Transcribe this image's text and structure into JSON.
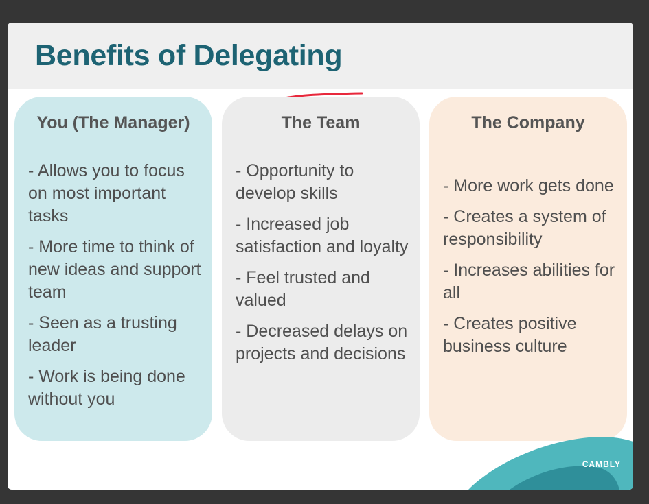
{
  "slide": {
    "title": "Benefits of Delegating",
    "brand": "CAMBLY",
    "colors": {
      "title": "#1d6373",
      "manager_card": "#cde9ec",
      "team_card": "#ececec",
      "company_card": "#fbebdd",
      "pen_mark": "#e8283c",
      "brand_teal": "#4fb7bd"
    },
    "columns": [
      {
        "heading": "You (The Manager)",
        "items": [
          "- Allows you to focus on most important tasks",
          "- More time to think of new ideas and support team",
          "- Seen as a trusting leader",
          "- Work is being done without you"
        ]
      },
      {
        "heading": "The Team",
        "items": [
          "- Opportunity to develop skills",
          "- Increased job satisfaction and loyalty",
          "- Feel trusted and valued",
          "- Decreased delays on projects and decisions"
        ]
      },
      {
        "heading": "The Company",
        "items": [
          "- More work gets done",
          "- Creates a system of responsibility",
          "- Increases abilities for all",
          "- Creates positive business culture"
        ]
      }
    ]
  }
}
